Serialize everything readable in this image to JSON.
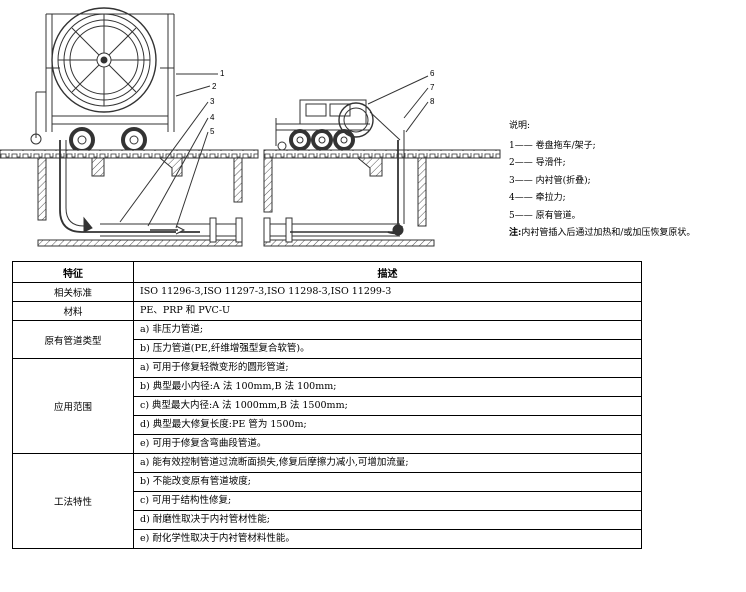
{
  "figure": {
    "callouts": [
      "1",
      "2",
      "3",
      "4",
      "5",
      "6",
      "7",
      "8"
    ]
  },
  "legend": {
    "title": "说明:",
    "items": [
      "1—— 卷盘拖车/架子;",
      "2—— 导滑件;",
      "3—— 内衬管(折叠);",
      "4—— 牵拉力;",
      "5—— 原有管道。"
    ],
    "note_label": "注:",
    "note_text": "内衬管插入后通过加热和/或加压恢复原状。"
  },
  "table": {
    "headers": [
      "特征",
      "描述"
    ],
    "rows": [
      {
        "feature": "相关标准",
        "lines": [
          "ISO 11296-3,ISO 11297-3,ISO 11298-3,ISO 11299-3"
        ]
      },
      {
        "feature": "材料",
        "lines": [
          "PE、PRP 和 PVC-U"
        ]
      },
      {
        "feature": "原有管道类型",
        "lines": [
          "a)  非压力管道;",
          "b)  压力管道(PE,纤维增强型复合软管)。"
        ]
      },
      {
        "feature": "应用范围",
        "lines": [
          "a)    可用于修复轻微变形的圆形管道;",
          "b)    典型最小内径:A 法 100mm,B 法 100mm;",
          "c)    典型最大内径:A 法 1000mm,B 法 1500mm;",
          "d)    典型最大修复长度:PE 管为 1500m;",
          "e)    可用于修复含弯曲段管道。"
        ]
      },
      {
        "feature": "工法特性",
        "lines": [
          "a)    能有效控制管道过流断面损失,修复后摩擦力减小,可增加流量;",
          "b)    不能改变原有管道坡度;",
          "c)    可用于结构性修复;",
          "d)    耐磨性取决于内衬管材性能;",
          "e)    耐化学性取决于内衬管材料性能。"
        ]
      }
    ]
  }
}
